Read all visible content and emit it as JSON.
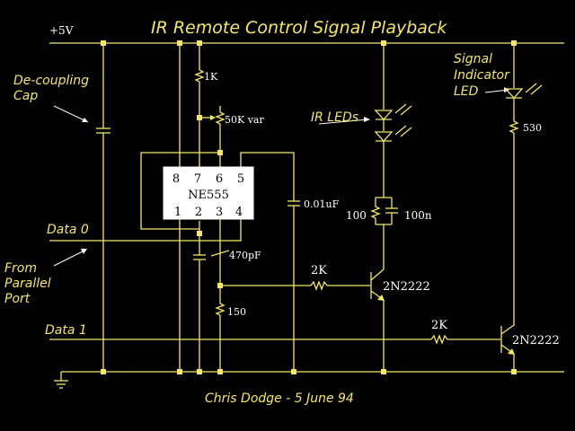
{
  "title": "IR Remote Control Signal Playback",
  "supply_label": "+5V",
  "labels": {
    "decoupling_cap": [
      "De-coupling",
      "Cap"
    ],
    "signal_indicator": [
      "Signal",
      "Indicator",
      "LED"
    ],
    "ir_leds": "IR LEDs",
    "data0": "Data 0",
    "data1": "Data 1",
    "from_parallel_port": [
      "From",
      "Parallel",
      "Port"
    ]
  },
  "ic": {
    "name": "NE555",
    "top_pins": [
      "8",
      "7",
      "6",
      "5"
    ],
    "bottom_pins": [
      "1",
      "2",
      "3",
      "4"
    ]
  },
  "components": {
    "r1k": "1K",
    "pot": "50K var",
    "c_timing": "0.01uF",
    "c_470": "470pF",
    "r150": "150",
    "r100": "100",
    "c100n": "100n",
    "r2k_a": "2K",
    "r2k_b": "2K",
    "q1": "2N2222",
    "q2": "2N2222",
    "r530": "530"
  },
  "credit": "Chris Dodge - 5 June 94"
}
